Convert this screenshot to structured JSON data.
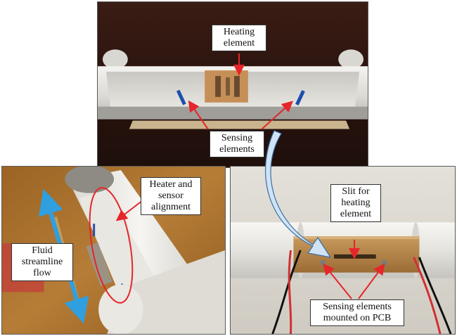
{
  "panels": {
    "top": {
      "heating_label_l1": "Heating",
      "heating_label_l2": "element",
      "sensing_label_l1": "Sensing",
      "sensing_label_l2": "elements"
    },
    "bottom_left": {
      "alignment_label_l1": "Heater and",
      "alignment_label_l2": "sensor",
      "alignment_label_l3": "alignment",
      "flow_label_l1": "Fluid",
      "flow_label_l2": "streamline",
      "flow_label_l3": "flow"
    },
    "bottom_right": {
      "slit_label_l1": "Slit for",
      "slit_label_l2": "heating",
      "slit_label_l3": "element",
      "pcb_label_l1": "Sensing elements",
      "pcb_label_l2": "mounted on PCB"
    }
  },
  "colors": {
    "annotation_red": "#e5262a",
    "flow_arrow_blue": "#2f9fe0",
    "curved_arrow_fill": "#cfe3f4",
    "pipe_white": "#ecebe6",
    "pcb_copper": "#b8854a",
    "wood_table": "#a9722c"
  }
}
